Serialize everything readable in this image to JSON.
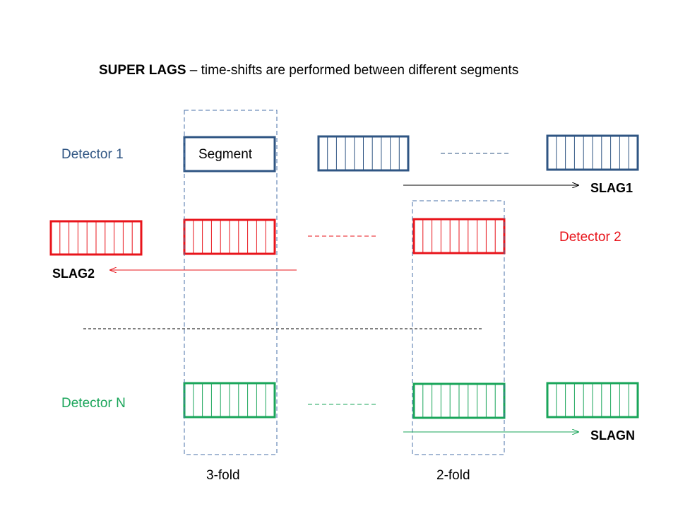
{
  "title": {
    "bold": "SUPER LAGS",
    "rest": " – time-shifts are performed between different segments"
  },
  "segment_label": "Segment",
  "detectors": [
    {
      "label": "Detector 1",
      "color": "#2f5583"
    },
    {
      "label": "Detector 2",
      "color": "#e8141b"
    },
    {
      "label": "Detector N",
      "color": "#1aa55a"
    }
  ],
  "slags": [
    {
      "label": "SLAG1",
      "color": "#000000"
    },
    {
      "label": "SLAG2",
      "color": "#e8141b"
    },
    {
      "label": "SLAGN",
      "color": "#1aa55a"
    }
  ],
  "folds": [
    "3-fold",
    "2-fold"
  ],
  "colors": {
    "fold_box": "#4a72a8",
    "separator": "#000000"
  }
}
